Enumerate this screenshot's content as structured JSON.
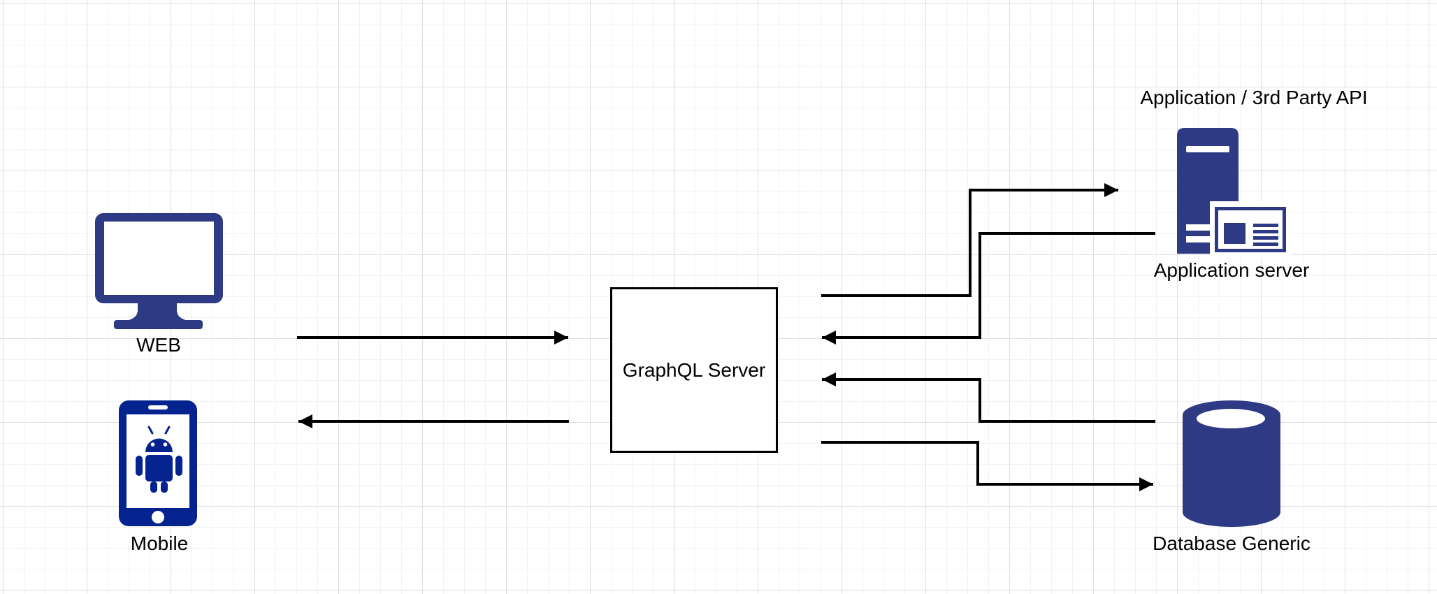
{
  "diagram": {
    "nodes": {
      "web": {
        "label": "WEB",
        "icon": "desktop-monitor-icon",
        "color": "#2e3a84"
      },
      "mobile": {
        "label": "Mobile",
        "icon": "smartphone-android-icon",
        "color": "#04238f"
      },
      "graphql": {
        "label": "GraphQL Server",
        "shape": "rectangle",
        "fill_color": "#ffffff",
        "border_color": "#000000"
      },
      "app_server": {
        "title": "Application / 3rd Party API",
        "label": "Application server",
        "icon": "server-tower-icon",
        "color": "#2e3a84"
      },
      "database": {
        "label": "Database Generic",
        "icon": "database-cylinder-icon",
        "color": "#2e3a84"
      }
    },
    "connections": [
      {
        "from": "WEB / Mobile clients",
        "to": "GraphQL Server",
        "arrow": "right"
      },
      {
        "from": "GraphQL Server",
        "to": "WEB / Mobile clients",
        "arrow": "left"
      },
      {
        "from": "GraphQL Server",
        "to": "Application server",
        "arrow": "right"
      },
      {
        "from": "Application server",
        "to": "GraphQL Server",
        "arrow": "left"
      },
      {
        "from": "Database Generic",
        "to": "GraphQL Server",
        "arrow": "left"
      },
      {
        "from": "GraphQL Server",
        "to": "Database Generic",
        "arrow": "right"
      }
    ],
    "arrow_color": "#000000",
    "background": {
      "canvas": "#ffffff",
      "grid_minor": "#f2f2f2",
      "grid_major": "#dfdfdf"
    }
  }
}
